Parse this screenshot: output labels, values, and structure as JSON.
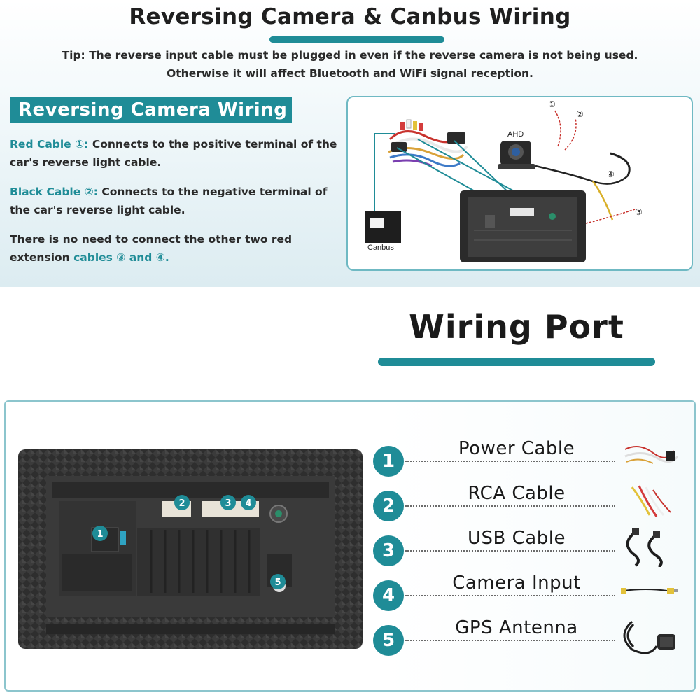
{
  "header": {
    "title": "Reversing Camera & Canbus Wiring",
    "tip_line1": "Tip: The reverse input cable must be plugged in even if the reverse camera is not being used.",
    "tip_line2": "Otherwise it will affect Bluetooth and WiFi signal reception."
  },
  "reversing": {
    "badge": "Reversing Camera Wiring",
    "red_label": "Red Cable ①:",
    "red_text": " Connects to the positive terminal of the car's reverse light cable.",
    "black_label": "Black Cable ②:",
    "black_text": " Connects to the negative terminal of the car's reverse light cable.",
    "extension_text": "There is no need to connect the other two red extension ",
    "extension_hl": "cables ③ and ④."
  },
  "diagram": {
    "ahd_label": "AHD",
    "canbus_label": "Canbus",
    "markers": [
      "①",
      "②",
      "③",
      "④"
    ]
  },
  "wiring_port": {
    "title": "Wiring Port",
    "photo_markers": [
      "1",
      "2",
      "3",
      "4",
      "5"
    ],
    "items": [
      {
        "number": "1",
        "label": "Power Cable"
      },
      {
        "number": "2",
        "label": "RCA Cable"
      },
      {
        "number": "3",
        "label": "USB Cable"
      },
      {
        "number": "4",
        "label": "Camera Input"
      },
      {
        "number": "5",
        "label": "GPS Antenna"
      }
    ]
  },
  "colors": {
    "accent": "#1f8c97",
    "panel_border": "#8cc5cd",
    "unit_body": "#3a3a3a"
  }
}
